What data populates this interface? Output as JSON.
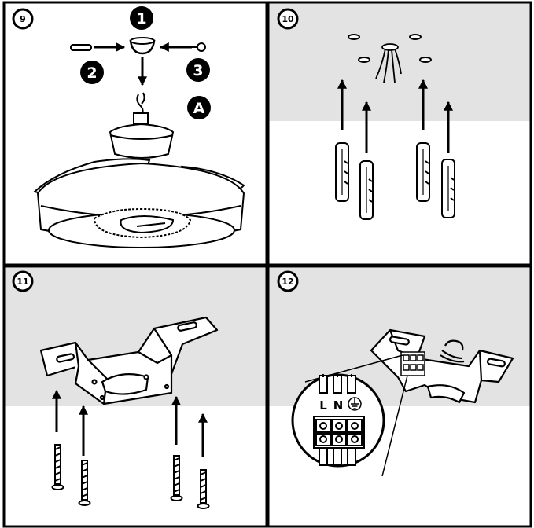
{
  "panels": [
    {
      "step": "9"
    },
    {
      "step": "10"
    },
    {
      "step": "11"
    },
    {
      "step": "12"
    }
  ],
  "callouts": {
    "one": "1",
    "two": "2",
    "three": "3",
    "a": "A"
  },
  "terminals": {
    "live": "L",
    "neutral": "N"
  },
  "colors": {
    "ceiling_gray": "#e3e3e3",
    "ink": "#000000",
    "paper": "#ffffff"
  }
}
